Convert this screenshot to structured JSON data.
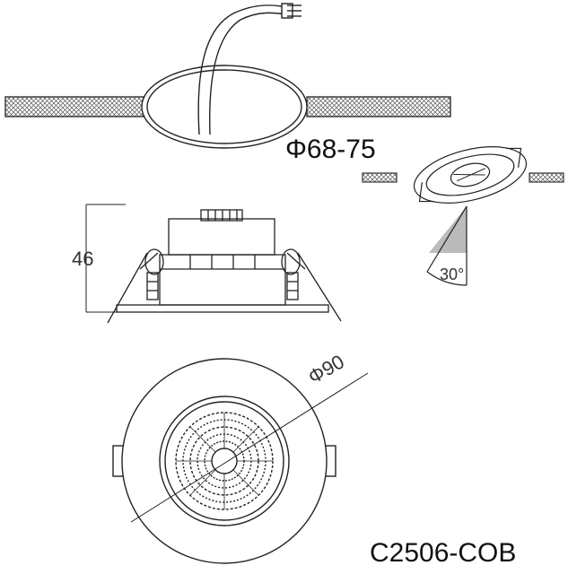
{
  "labels": {
    "cutout_diameter": "Φ68-75",
    "height": "46",
    "tilt_angle": "30°",
    "outer_diameter": "Φ90",
    "model": "C2506-COB"
  },
  "colors": {
    "line": "#222222",
    "hatch": "#555555",
    "angle_fill": "#bbbbbb"
  }
}
